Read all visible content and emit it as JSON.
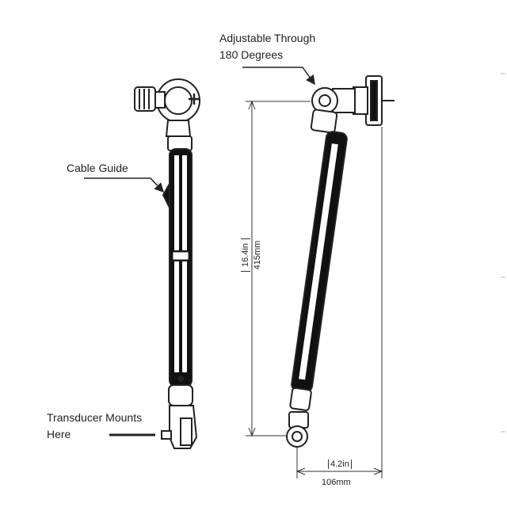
{
  "callouts": {
    "adjustable_line1": "Adjustable Through",
    "adjustable_line2": "180 Degrees",
    "cable_guide": "Cable Guide",
    "transducer_line1": "Transducer Mounts",
    "transducer_line2": "Here"
  },
  "dimensions": {
    "height_in": "16.4in",
    "height_mm": "415mm",
    "width_in": "4.2in",
    "width_mm": "106mm"
  }
}
